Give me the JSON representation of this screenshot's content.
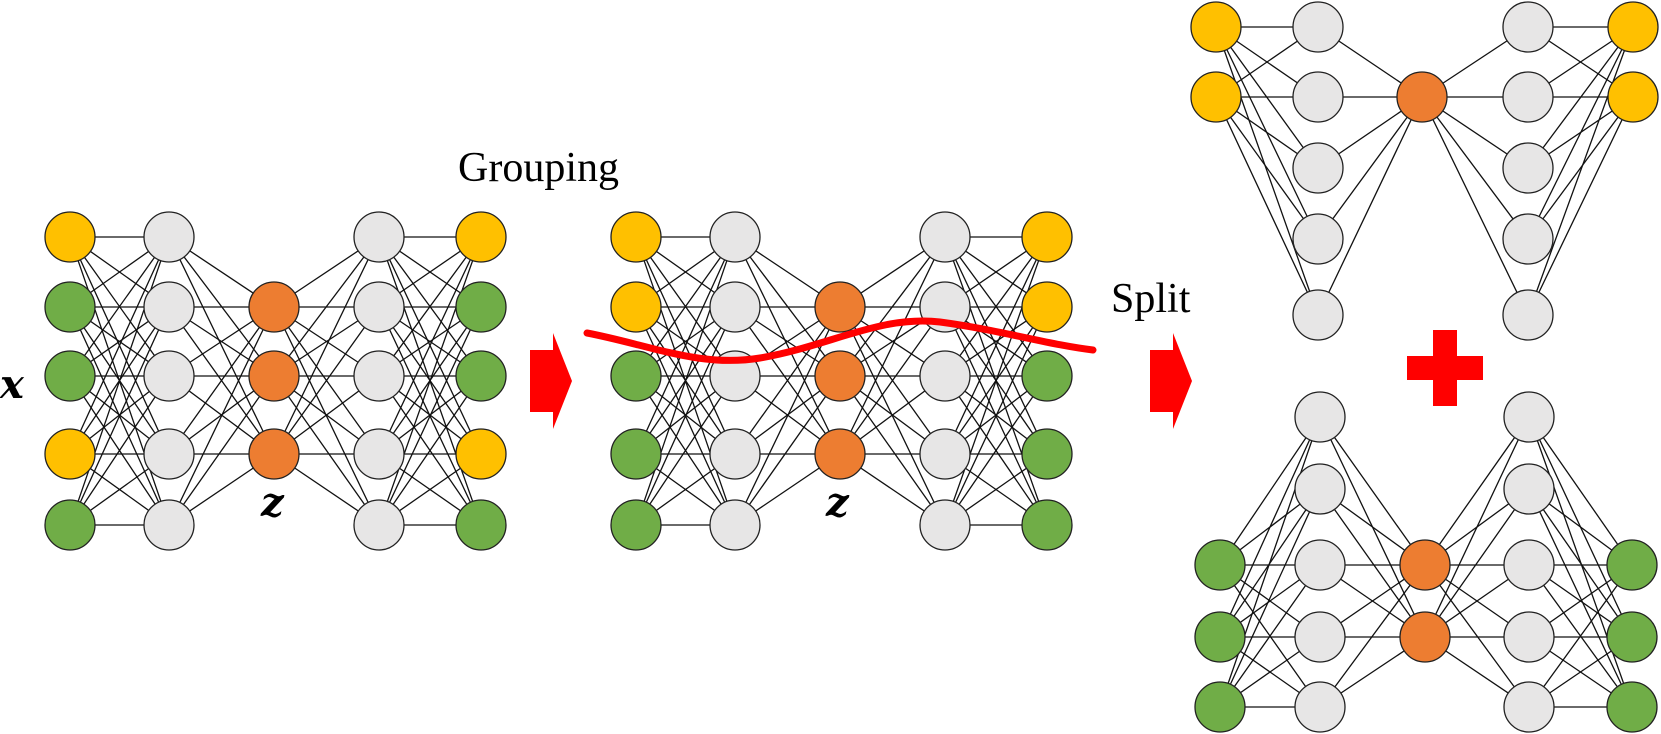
{
  "labels": {
    "grouping": "Grouping",
    "split": "Split",
    "input_var": "x",
    "latent_var": "z"
  },
  "colors": {
    "yellow": "#FFC000",
    "green": "#70AD47",
    "orange": "#ED7D31",
    "hidden": "#E7E6E6",
    "red": "#FF0000",
    "edge": "#111111"
  },
  "networks": [
    {
      "id": "original-autoencoder",
      "layers": [
        [
          "yellow",
          "green",
          "green",
          "yellow",
          "green"
        ],
        [
          "hidden",
          "hidden",
          "hidden",
          "hidden",
          "hidden"
        ],
        [
          "orange",
          "orange",
          "orange"
        ],
        [
          "hidden",
          "hidden",
          "hidden",
          "hidden",
          "hidden"
        ],
        [
          "yellow",
          "green",
          "green",
          "yellow",
          "green"
        ]
      ]
    },
    {
      "id": "grouped-autoencoder",
      "layers": [
        [
          "yellow",
          "yellow",
          "green",
          "green",
          "green"
        ],
        [
          "hidden",
          "hidden",
          "hidden",
          "hidden",
          "hidden"
        ],
        [
          "orange",
          "orange",
          "orange"
        ],
        [
          "hidden",
          "hidden",
          "hidden",
          "hidden",
          "hidden"
        ],
        [
          "yellow",
          "yellow",
          "green",
          "green",
          "green"
        ]
      ]
    },
    {
      "id": "split-autoencoder-yellow",
      "layers": [
        [
          "yellow",
          "yellow"
        ],
        [
          "hidden",
          "hidden",
          "hidden",
          "hidden",
          "hidden"
        ],
        [
          "orange"
        ],
        [
          "hidden",
          "hidden",
          "hidden",
          "hidden",
          "hidden"
        ],
        [
          "yellow",
          "yellow"
        ]
      ]
    },
    {
      "id": "split-autoencoder-green",
      "layers": [
        [
          "green",
          "green",
          "green"
        ],
        [
          "hidden",
          "hidden",
          "hidden",
          "hidden",
          "hidden"
        ],
        [
          "orange",
          "orange"
        ],
        [
          "hidden",
          "hidden",
          "hidden",
          "hidden",
          "hidden"
        ],
        [
          "green",
          "green",
          "green"
        ]
      ]
    }
  ]
}
